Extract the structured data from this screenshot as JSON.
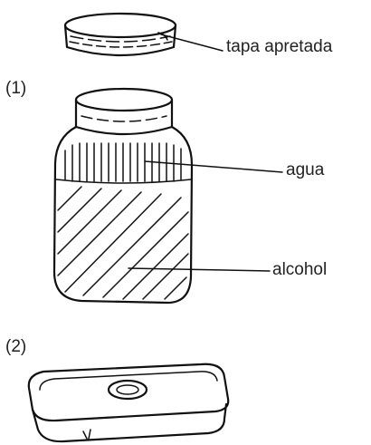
{
  "figure": {
    "panel_1_label": "(1)",
    "panel_2_label": "(2)",
    "labels": {
      "lid": "tapa apretada",
      "water": "agua",
      "alcohol": "alcohol"
    }
  }
}
